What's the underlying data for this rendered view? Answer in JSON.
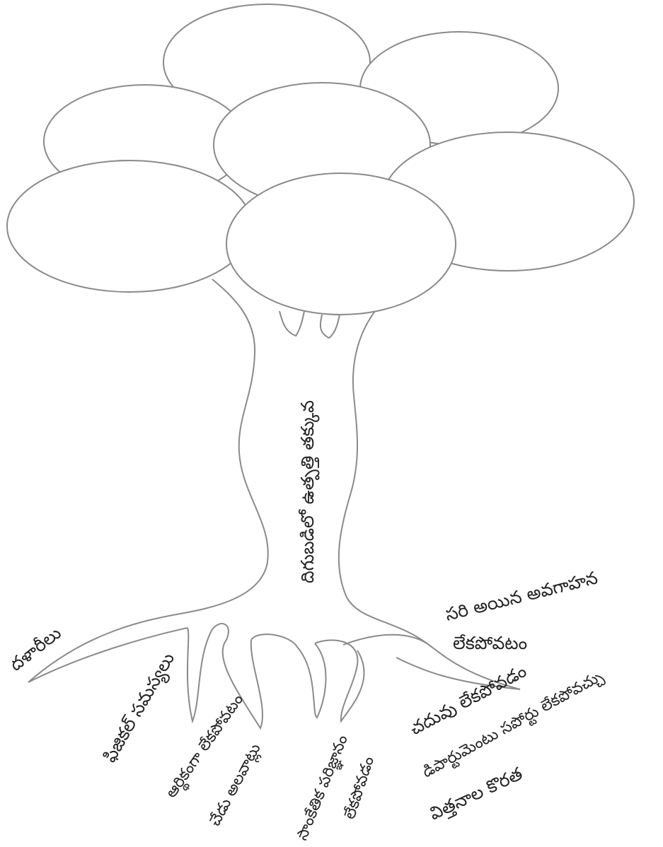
{
  "tree": {
    "trunk_text": "దిగుబడిలో ఉత్పత్తి తక్కువ",
    "roots": {
      "root_1": "దళారీలు",
      "root_2": "ఫిజికల్ సమస్యలు",
      "root_3_line1": "ఆర్థికంగా లేకపోవటం",
      "root_3_line2": "చేడు అలవాట్లు",
      "root_4_line1": "సాంకేతిక పరిజ్ఞానం",
      "root_4_line2": "లేకపోవడం",
      "right_1_line1": "సరి అయిన అవగాహన",
      "right_1_line2": "లేకపోవటం",
      "right_2": "చదువు లేకపోవడం",
      "right_3": "డిపార్టుమెంటు సపోర్టు లేకపోవచ్చు",
      "right_4": "విత్తనాల కొరత"
    }
  },
  "colors": {
    "line": "#8a8a8a",
    "text": "#222222",
    "background": "#ffffff"
  }
}
